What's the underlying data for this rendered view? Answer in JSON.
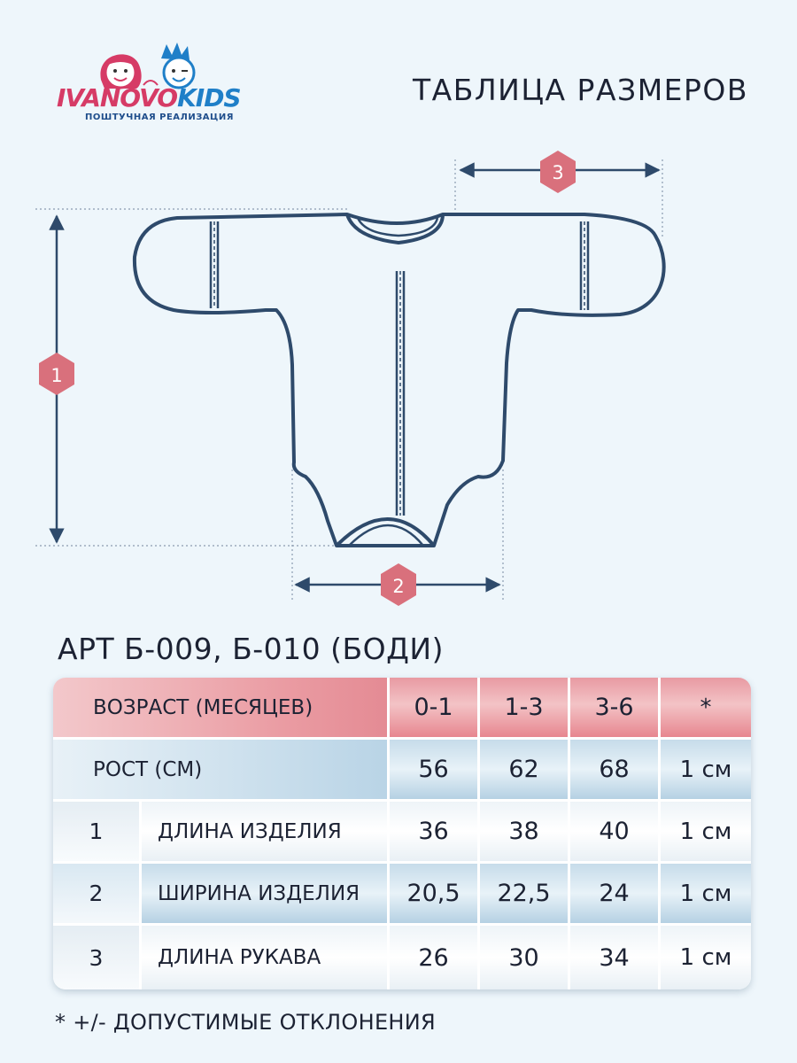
{
  "brand": {
    "name": "IVANOVOKIDS",
    "name_part1": "IVANOVO",
    "name_part2": "KIDS",
    "tagline": "ПОШТУЧНАЯ РЕАЛИЗАЦИЯ"
  },
  "page_title": "ТАБЛИЦА РАЗМЕРОВ",
  "diagram": {
    "markers": [
      "1",
      "2",
      "3"
    ]
  },
  "article": "АРТ Б-009, Б-010 (БОДИ)",
  "table": {
    "header": {
      "label": "ВОЗРАСТ (МЕСЯЦЕВ)",
      "columns": [
        "0-1",
        "1-3",
        "3-6"
      ],
      "tolerance": "*"
    },
    "height_row": {
      "label": "РОСТ (СМ)",
      "values": [
        "56",
        "62",
        "68"
      ],
      "tolerance": "1 см"
    },
    "rows": [
      {
        "index": "1",
        "label": "ДЛИНА ИЗДЕЛИЯ",
        "values": [
          "36",
          "38",
          "40"
        ],
        "tolerance": "1 см"
      },
      {
        "index": "2",
        "label": "ШИРИНА ИЗДЕЛИЯ",
        "values": [
          "20,5",
          "22,5",
          "24"
        ],
        "tolerance": "1 см"
      },
      {
        "index": "3",
        "label": "ДЛИНА РУКАВА",
        "values": [
          "26",
          "30",
          "34"
        ],
        "tolerance": "1 см"
      }
    ]
  },
  "footnote": "* +/- ДОПУСТИМЫЕ ОТКЛОНЕНИЯ",
  "colors": {
    "outline": "#2e4a6b",
    "marker": "#d9707c",
    "header_pink": "#e89aa2",
    "row_blue": "#c6dcea"
  }
}
